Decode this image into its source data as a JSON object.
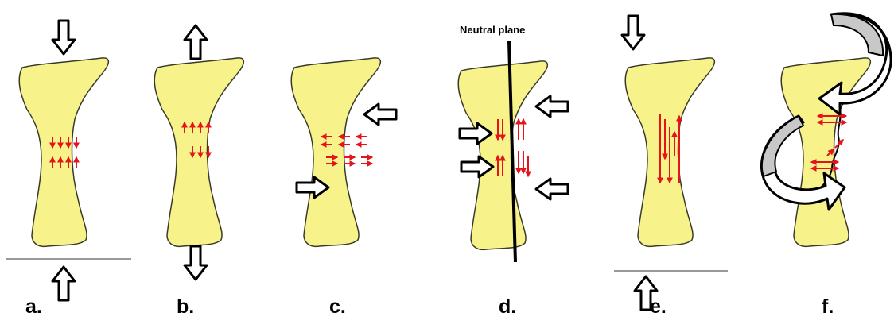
{
  "colors": {
    "bone_fill": "#f7f38a",
    "bone_stroke": "#3a3a2a",
    "stress_arrow": "#e4141b",
    "load_arrow": "#000000"
  },
  "panels": [
    {
      "label": "a.",
      "load": "compression"
    },
    {
      "label": "b.",
      "load": "tension"
    },
    {
      "label": "c.",
      "load": "shear"
    },
    {
      "label": "d.",
      "load": "bending",
      "annotation": "Neutral plane"
    },
    {
      "label": "e.",
      "load": "compression-offset"
    },
    {
      "label": "f.",
      "load": "torsion"
    }
  ]
}
